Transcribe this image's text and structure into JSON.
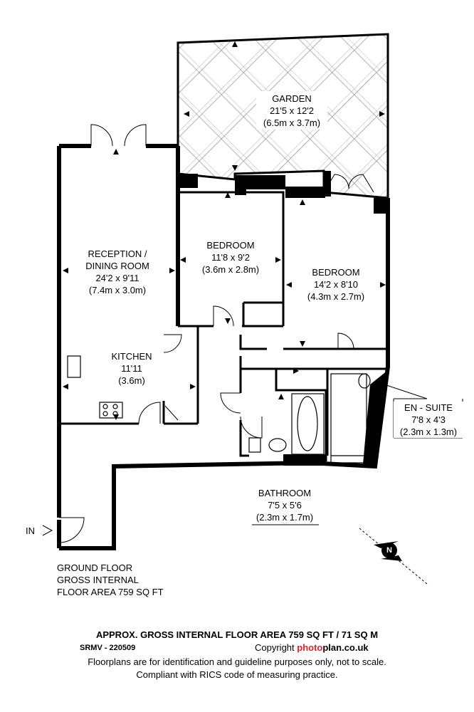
{
  "rooms": {
    "garden": {
      "name": "GARDEN",
      "imperial": "21'5 x 12'2",
      "metric": "(6.5m x 3.7m)"
    },
    "reception": {
      "name_line1": "RECEPTION /",
      "name_line2": "DINING ROOM",
      "imperial": "24'2 x 9'11",
      "metric": "(7.4m x 3.0m)"
    },
    "bedroom1": {
      "name": "BEDROOM",
      "imperial": "11'8 x 9'2",
      "metric": "(3.6m x 2.8m)"
    },
    "bedroom2": {
      "name": "BEDROOM",
      "imperial": "14'2 x 8'10",
      "metric": "(4.3m x 2.7m)"
    },
    "kitchen": {
      "name": "KITCHEN",
      "imperial": "11'11",
      "metric": "(3.6m)"
    },
    "ensuite": {
      "name": "EN - SUITE",
      "imperial": "7'8 x 4'3",
      "metric": "(2.3m x 1.3m)"
    },
    "bathroom": {
      "name": "BATHROOM",
      "imperial": "7'5 x 5'6",
      "metric": "(2.3m x 1.7m)"
    }
  },
  "entrance_label": "IN",
  "compass_letter": "N",
  "floor_info": {
    "line1": "GROUND FLOOR",
    "line2": "GROSS INTERNAL",
    "line3": "FLOOR AREA 759 SQ FT"
  },
  "footer": {
    "area": "APPROX. GROSS INTERNAL FLOOR AREA 759 SQ FT / 71 SQ M",
    "ref": "SRMV - 220509",
    "copyright": "Copyright",
    "brand_a": "photo",
    "brand_b": "plan.co.uk",
    "disclaimer1": "Floorplans are for identification and guideline purposes only, not to scale.",
    "disclaimer2": "Compliant with RICS code of measuring practice."
  }
}
